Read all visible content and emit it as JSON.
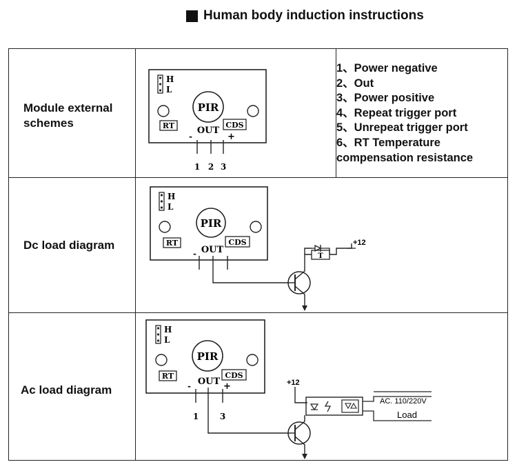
{
  "title": "Human body induction instructions",
  "rows": [
    {
      "label_lines": [
        "Module external",
        "schemes"
      ]
    },
    {
      "label_lines": [
        "Dc load diagram"
      ]
    },
    {
      "label_lines": [
        "Ac load diagram"
      ]
    }
  ],
  "descriptions": [
    "1、Power negative",
    "2、Out",
    "3、Power positive",
    "4、Repeat trigger port",
    "5、Unrepeat trigger port",
    "6、RT Temperature",
    " compensation resistance"
  ],
  "module": {
    "h": "H",
    "l": "L",
    "pir": "PIR",
    "rt": "RT",
    "out": "OUT",
    "cds": "CDS",
    "minus": "-",
    "plus": "+"
  },
  "pins_full": [
    "1",
    "2",
    "3"
  ],
  "pins_ac": [
    "1",
    "3"
  ],
  "dc": {
    "supply": "+12",
    "relay": "T"
  },
  "ac": {
    "supply": "+12",
    "line1": "AC. 110/220V",
    "line2": "Load"
  }
}
